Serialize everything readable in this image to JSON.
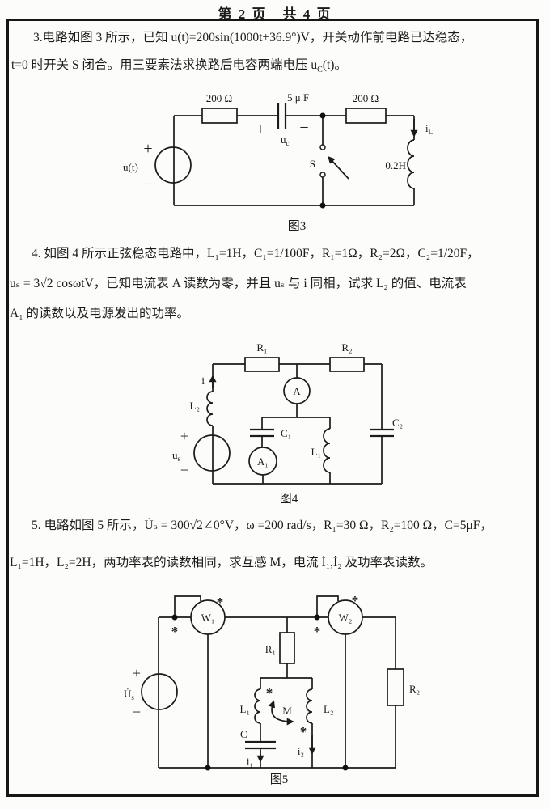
{
  "page": {
    "header": "第 2 页　共 4 页"
  },
  "problem3": {
    "line1": "3.电路如图 3 所示，已知 u(t)=200sin(1000t+36.9°)V，开关动作前电路已达稳态，",
    "line2_pre": "t=0 时开关 S 闭合。用三要素法求换路后电容两端电压 u",
    "line2_sub": "C",
    "line2_post": "(t)。"
  },
  "circuit3": {
    "caption": "图3",
    "resistor_left": "200 Ω",
    "resistor_right": "200 Ω",
    "capacitor": "5 μ F",
    "cap_plus": "+",
    "cap_minus": "−",
    "uc_main": "u",
    "uc_sub": "c",
    "source_label": "u(t)",
    "source_plus": "+",
    "source_minus": "−",
    "switch_label": "S",
    "il_main": "i",
    "il_sub": "L",
    "inductor": "0.2H"
  },
  "problem4": {
    "line1": "4. 如图 4 所示正弦稳态电路中，L₁=1H，C₁=1/100F，R₁=1Ω，R₂=2Ω，C₂=1/20F，",
    "line2": "uₛ = 3√2 cosωtV，已知电流表 A 读数为零，并且 uₛ 与 i 同相，试求 L₂ 的值、电流表",
    "line3": "A₁ 的读数以及电源发出的功率。"
  },
  "circuit4": {
    "caption": "图4",
    "r1": "R₁",
    "r2": "R₂",
    "ammeter": "A",
    "ammeter1": "A₁",
    "c1": "C₁",
    "c2": "C₂",
    "l1": "L₁",
    "l2": "L₂",
    "current": "i",
    "us_main": "u",
    "us_sub": "s",
    "source_plus": "+",
    "source_minus": "−"
  },
  "problem5": {
    "line1": "5. 电路如图 5 所示，U̇ₛ = 300√2∠0°V，ω =200 rad/s，R₁=30 Ω，R₂=100 Ω，C=5μF，",
    "line2": "L₁=1H，L₂=2H，两功率表的读数相同，求互感 M，电流 İ₁,İ₂ 及功率表读数。"
  },
  "circuit5": {
    "caption": "图5",
    "w1": "W₁",
    "w2": "W₂",
    "r1": "R₁",
    "r2": "R₂",
    "l1": "L₁",
    "l2": "L₂",
    "m": "M",
    "c": "C",
    "i1": "i₁",
    "i2": "i₂",
    "us_main": "U̇",
    "us_sub": "s",
    "source_plus": "+",
    "source_minus": "−",
    "star": "*"
  }
}
